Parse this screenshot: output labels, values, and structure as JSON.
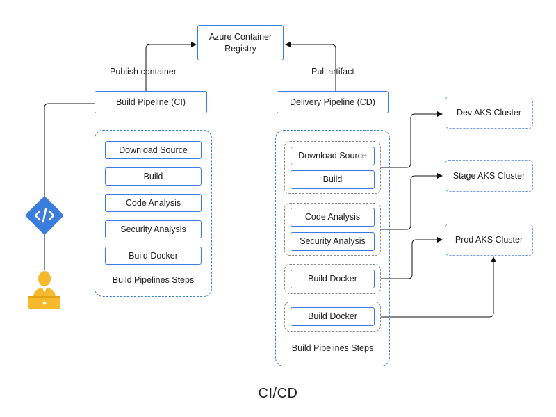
{
  "registry": {
    "label": "Azure Container Registry"
  },
  "arrows": {
    "publish": "Publish container",
    "pull": "Pull artifact"
  },
  "ci": {
    "pipeline_label": "Build Pipeline (CI)",
    "steps": [
      "Download Source",
      "Build",
      "Code Analysis",
      "Security Analysis",
      "Build Docker"
    ],
    "steps_caption": "Build Pipelines Steps"
  },
  "cd": {
    "pipeline_label": "Delivery Pipeline (CD)",
    "groups": [
      [
        "Download Source",
        "Build"
      ],
      [
        "Code Analysis",
        "Security Analysis"
      ],
      [
        "Build Docker"
      ],
      [
        "Build Docker"
      ]
    ],
    "steps_caption": "Build Pipelines Steps"
  },
  "clusters": [
    "Dev AKS Cluster",
    "Stage AKS Cluster",
    "Prod AKS Cluster"
  ],
  "icons": {
    "code": "code-icon",
    "developer": "developer-laptop-icon"
  },
  "colors": {
    "accent": "#3b7ddd",
    "developer": "#f6b92b",
    "code_diamond": "#3b7ddd"
  },
  "caption": "CI/CD"
}
